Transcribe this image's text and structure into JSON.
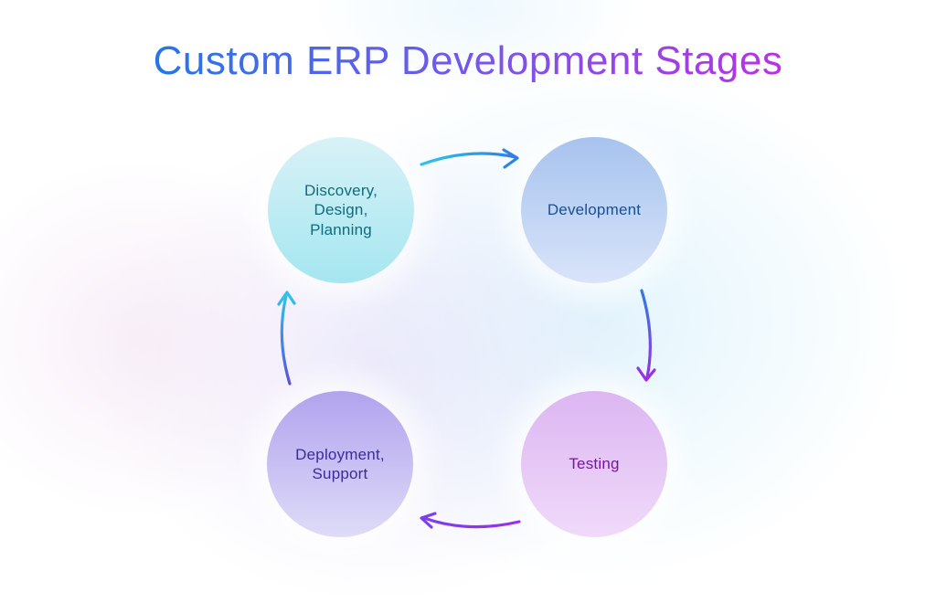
{
  "title": "Custom ERP Development Stages",
  "diagram_type": "cycle",
  "stages": [
    {
      "name": "discovery-design-planning",
      "lines": [
        "Discovery,",
        "Design,",
        "Planning"
      ]
    },
    {
      "name": "development",
      "lines": [
        "Development"
      ]
    },
    {
      "name": "testing",
      "lines": [
        "Testing"
      ]
    },
    {
      "name": "deployment-support",
      "lines": [
        "Deployment,",
        "Support"
      ]
    }
  ],
  "arrows": [
    {
      "from": "Discovery, Design, Planning",
      "to": "Development",
      "direction": "right"
    },
    {
      "from": "Development",
      "to": "Testing",
      "direction": "down"
    },
    {
      "from": "Testing",
      "to": "Deployment, Support",
      "direction": "left"
    },
    {
      "from": "Deployment, Support",
      "to": "Discovery, Design, Planning",
      "direction": "up"
    }
  ],
  "colors": {
    "title_grad_start": "#1f78e8",
    "title_grad_mid": "#7a55e8",
    "title_grad_end": "#bd2fe3",
    "discovery_top": "#d8f2f7",
    "discovery_bottom": "#a5e6f0",
    "discovery_text": "#0e6d7d",
    "development_top": "#a7c3ee",
    "development_bottom": "#d9e4f9",
    "development_text": "#1a5091",
    "testing_top": "#dcb6f2",
    "testing_bottom": "#f0daf9",
    "testing_text": "#76169c",
    "deployment_top": "#b2a3ee",
    "deployment_bottom": "#dedcf8",
    "deployment_text": "#3a2b9f",
    "arrow_cyan": "#2fc3ea",
    "arrow_blue": "#2e7de5",
    "arrow_purple": "#9c2fe3",
    "arrow_violet": "#7c3ff0",
    "arrow_indigo": "#5a50dd"
  }
}
